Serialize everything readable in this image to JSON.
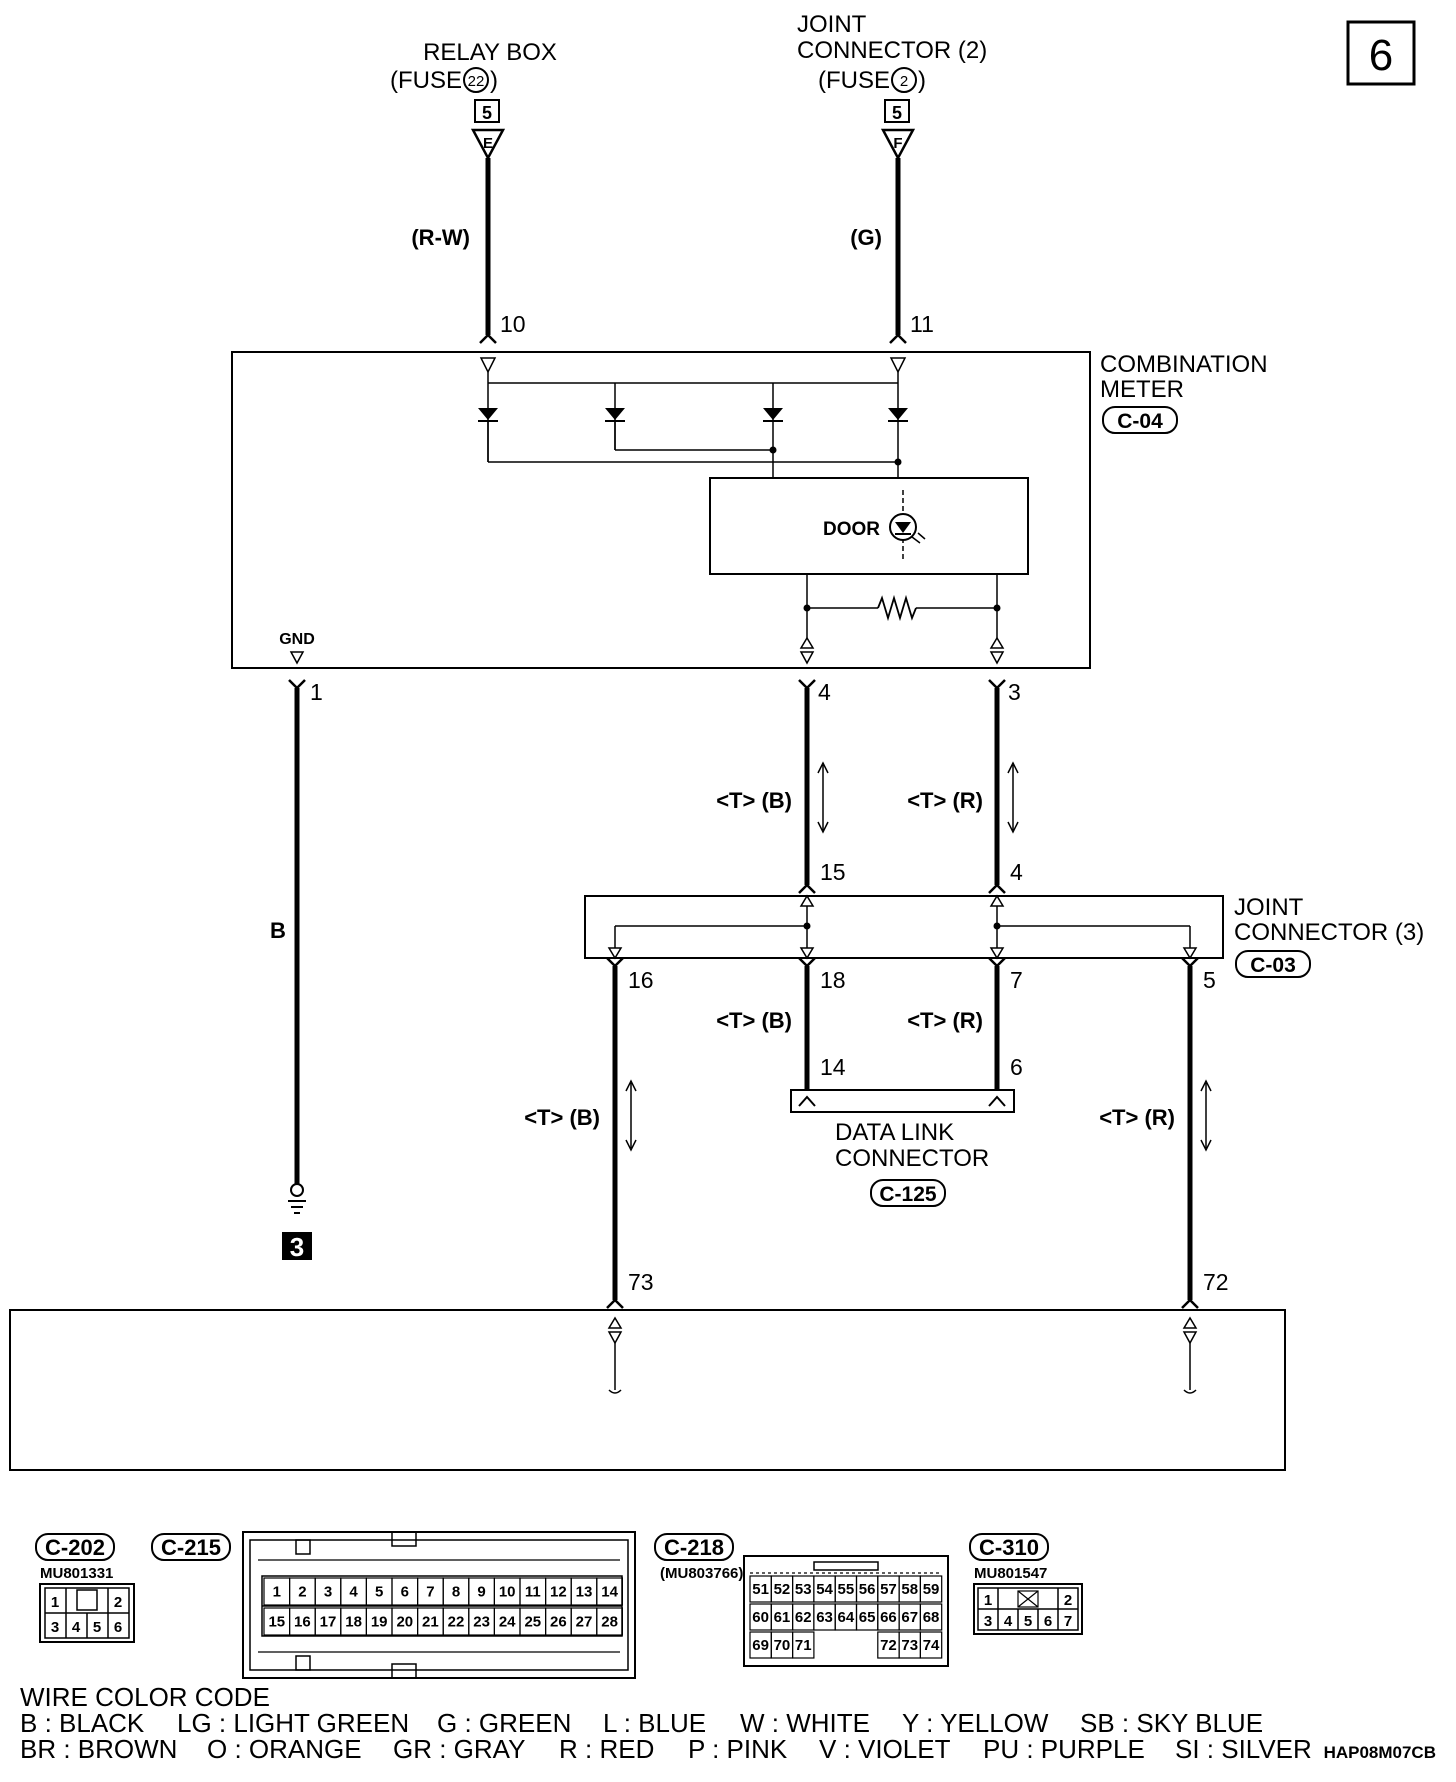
{
  "page_number": "6",
  "sources": {
    "relay_box": {
      "line1": "RELAY BOX",
      "line2_pre": "(FUSE",
      "fuse": "22",
      "line2_post": ")",
      "page_ref": "5",
      "connector": "E"
    },
    "joint_connector_2": {
      "line1": "JOINT",
      "line2": "CONNECTOR (2)",
      "line3_pre": "(FUSE",
      "fuse": "2",
      "line3_post": ")",
      "page_ref": "5",
      "connector": "F"
    }
  },
  "wires": {
    "relay": "(R-W)",
    "joint": "(G)",
    "ground": "B",
    "tb_upper": "<T> (B)",
    "tr_upper": "<T> (R)",
    "tb_middle": "<T> (B)",
    "tr_middle": "<T> (R)",
    "tb_lower": "<T> (B)",
    "tr_lower": "<T> (R)"
  },
  "combination_meter": {
    "name_line1": "COMBINATION",
    "name_line2": "METER",
    "connector": "C-04",
    "lamp": "DOOR",
    "gnd": "GND",
    "pins": {
      "p10": "10",
      "p11": "11",
      "p1": "1",
      "p4": "4",
      "p3": "3"
    }
  },
  "joint_connector_3": {
    "name_line1": "JOINT",
    "name_line2": "CONNECTOR (3)",
    "connector": "C-03",
    "pins": {
      "p15": "15",
      "p4": "4",
      "p16": "16",
      "p18": "18",
      "p7": "7",
      "p5": "5"
    }
  },
  "data_link_connector": {
    "name_line1": "DATA LINK",
    "name_line2": "CONNECTOR",
    "connector": "C-125",
    "pins": {
      "p14": "14",
      "p6": "6"
    }
  },
  "ground_point": "3",
  "lower_pins": {
    "p73": "73",
    "p72": "72"
  },
  "connector_views": {
    "c202": {
      "id": "C-202",
      "part": "MU801331",
      "row1": [
        "1",
        "",
        "2"
      ],
      "row2": [
        "3",
        "4",
        "5",
        "6"
      ]
    },
    "c215": {
      "id": "C-215",
      "row1": [
        "1",
        "2",
        "3",
        "4",
        "5",
        "6",
        "7",
        "8",
        "9",
        "10",
        "11",
        "12",
        "13",
        "14"
      ],
      "row2": [
        "15",
        "16",
        "17",
        "18",
        "19",
        "20",
        "21",
        "22",
        "23",
        "24",
        "25",
        "26",
        "27",
        "28"
      ]
    },
    "c218": {
      "id": "C-218",
      "part": "(MU803766)",
      "row1": [
        "51",
        "52",
        "53",
        "54",
        "55",
        "56",
        "57",
        "58",
        "59"
      ],
      "row2": [
        "60",
        "61",
        "62",
        "63",
        "64",
        "65",
        "66",
        "67",
        "68"
      ],
      "row3": [
        "69",
        "70",
        "71",
        "",
        "",
        "",
        "72",
        "73",
        "74"
      ]
    },
    "c310": {
      "id": "C-310",
      "part": "MU801547",
      "row1": [
        "1",
        "",
        "2"
      ],
      "row2": [
        "3",
        "4",
        "5",
        "6",
        "7"
      ]
    }
  },
  "wire_color_code": {
    "title": "WIRE COLOR CODE",
    "row1": [
      "B : BLACK",
      "LG : LIGHT GREEN",
      "G : GREEN",
      "L : BLUE",
      "W : WHITE",
      "Y : YELLOW",
      "SB : SKY BLUE"
    ],
    "row2": [
      "BR : BROWN",
      "O : ORANGE",
      "GR : GRAY",
      "R : RED",
      "P : PINK",
      "V : VIOLET",
      "PU : PURPLE",
      "SI : SILVER"
    ]
  },
  "doc_code": "HAP08M07CB"
}
